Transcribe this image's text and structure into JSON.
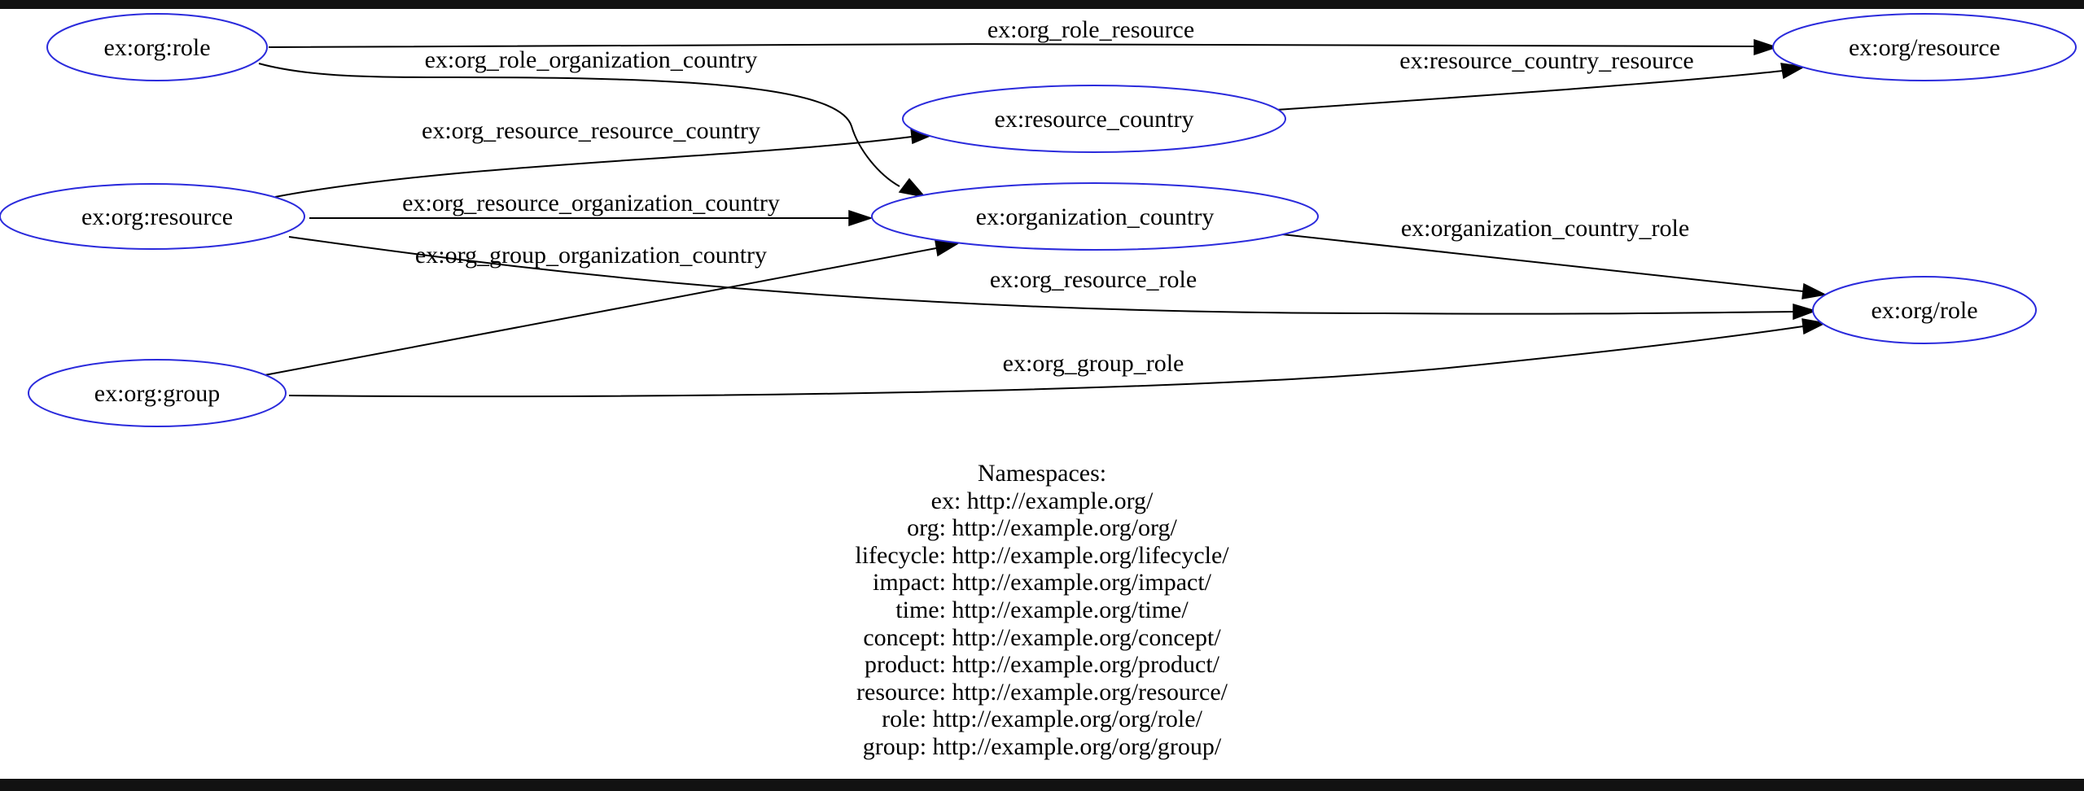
{
  "colors": {
    "node_stroke": "#2b2bdc",
    "edge": "#000000",
    "frame_bar": "#121212",
    "background": "#ffffff"
  },
  "nodes": [
    {
      "id": "org_role",
      "label": "ex:org:role"
    },
    {
      "id": "org_resource",
      "label": "ex:org:resource"
    },
    {
      "id": "org_group",
      "label": "ex:org:group"
    },
    {
      "id": "resource_country",
      "label": "ex:resource_country"
    },
    {
      "id": "organization_country",
      "label": "ex:organization_country"
    },
    {
      "id": "org_slash_resource",
      "label": "ex:org/resource"
    },
    {
      "id": "org_slash_role",
      "label": "ex:org/role"
    }
  ],
  "edges": [
    {
      "id": "e1",
      "from": "org_role",
      "to": "org_slash_resource",
      "label": "ex:org_role_resource"
    },
    {
      "id": "e2",
      "from": "org_role",
      "to": "organization_country",
      "label": "ex:org_role_organization_country"
    },
    {
      "id": "e3",
      "from": "resource_country",
      "to": "org_slash_resource",
      "label": "ex:resource_country_resource"
    },
    {
      "id": "e4",
      "from": "org_resource",
      "to": "resource_country",
      "label": "ex:org_resource_resource_country"
    },
    {
      "id": "e5",
      "from": "org_resource",
      "to": "organization_country",
      "label": "ex:org_resource_organization_country"
    },
    {
      "id": "e6",
      "from": "org_group",
      "to": "organization_country",
      "label": "ex:org_group_organization_country"
    },
    {
      "id": "e7",
      "from": "organization_country",
      "to": "org_slash_role",
      "label": "ex:organization_country_role"
    },
    {
      "id": "e8",
      "from": "org_resource",
      "to": "org_slash_role",
      "label": "ex:org_resource_role"
    },
    {
      "id": "e9",
      "from": "org_group",
      "to": "org_slash_role",
      "label": "ex:org_group_role"
    }
  ],
  "legend": {
    "title": "Namespaces:",
    "entries": [
      "ex: http://example.org/",
      "org: http://example.org/org/",
      "lifecycle: http://example.org/lifecycle/",
      "impact: http://example.org/impact/",
      "time: http://example.org/time/",
      "concept: http://example.org/concept/",
      "product: http://example.org/product/",
      "resource: http://example.org/resource/",
      "role: http://example.org/org/role/",
      "group: http://example.org/org/group/"
    ]
  }
}
